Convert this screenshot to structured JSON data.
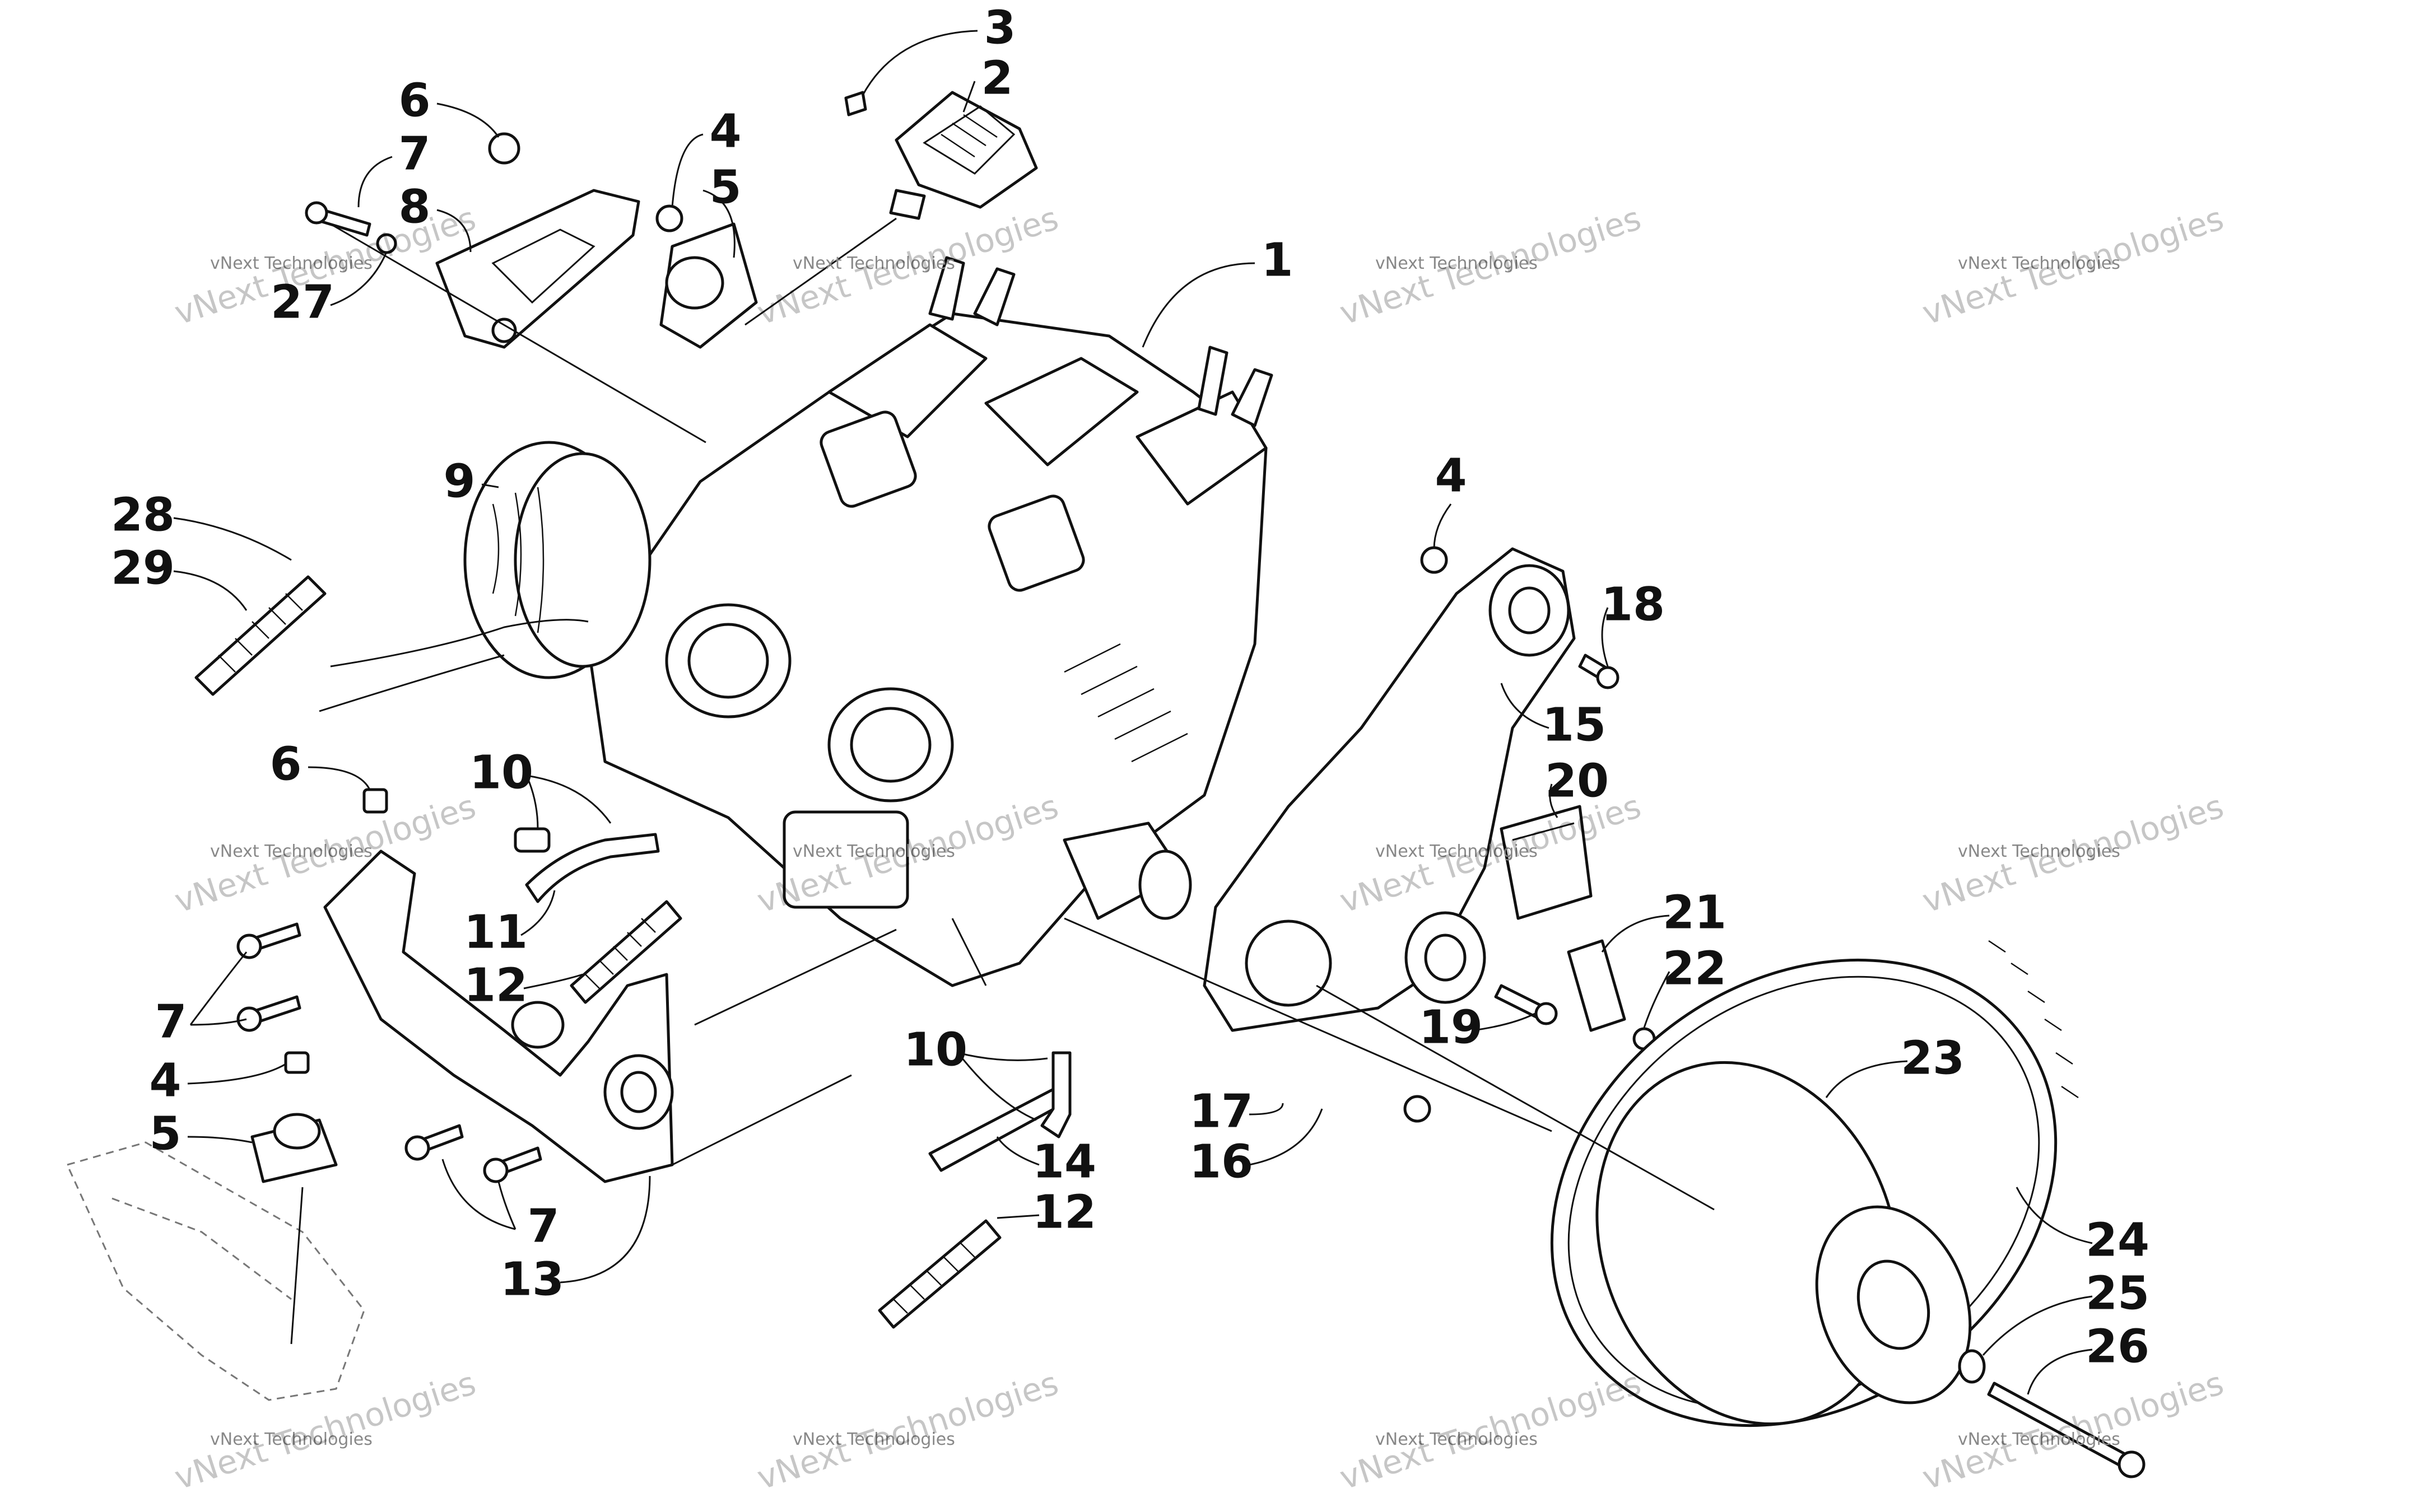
{
  "callouts": [
    {
      "label": "1"
    },
    {
      "label": "2"
    },
    {
      "label": "3"
    },
    {
      "label": "4"
    },
    {
      "label": "5"
    },
    {
      "label": "6"
    },
    {
      "label": "7"
    },
    {
      "label": "8"
    },
    {
      "label": "27"
    },
    {
      "label": "9"
    },
    {
      "label": "28"
    },
    {
      "label": "29"
    },
    {
      "label": "4"
    },
    {
      "label": "18"
    },
    {
      "label": "15"
    },
    {
      "label": "20"
    },
    {
      "label": "6"
    },
    {
      "label": "10"
    },
    {
      "label": "11"
    },
    {
      "label": "12"
    },
    {
      "label": "7"
    },
    {
      "label": "4"
    },
    {
      "label": "5"
    },
    {
      "label": "21"
    },
    {
      "label": "22"
    },
    {
      "label": "19"
    },
    {
      "label": "10"
    },
    {
      "label": "14"
    },
    {
      "label": "17"
    },
    {
      "label": "16"
    },
    {
      "label": "12"
    },
    {
      "label": "7"
    },
    {
      "label": "13"
    },
    {
      "label": "23"
    },
    {
      "label": "24"
    },
    {
      "label": "25"
    },
    {
      "label": "26"
    }
  ],
  "watermarks": [
    {
      "small": "vNext Technologies",
      "big": "vNext Technologies"
    },
    {
      "small": "vNext Technologies",
      "big": "vNext Technologies"
    },
    {
      "small": "vNext Technologies",
      "big": "vNext Technologies"
    },
    {
      "small": "vNext Technologies",
      "big": "vNext Technologies"
    },
    {
      "small": "vNext Technologies",
      "big": "vNext Technologies"
    },
    {
      "small": "vNext Technologies",
      "big": "vNext Technologies"
    },
    {
      "small": "vNext Technologies",
      "big": "vNext Technologies"
    },
    {
      "small": "vNext Technologies",
      "big": "vNext Technologies"
    },
    {
      "small": "vNext Technologies",
      "big": "vNext Technologies"
    },
    {
      "small": "vNext Technologies",
      "big": "vNext Technologies"
    },
    {
      "small": "vNext Technologies",
      "big": "vNext Technologies"
    },
    {
      "small": "vNext Technologies",
      "big": "vNext Technologies"
    }
  ]
}
